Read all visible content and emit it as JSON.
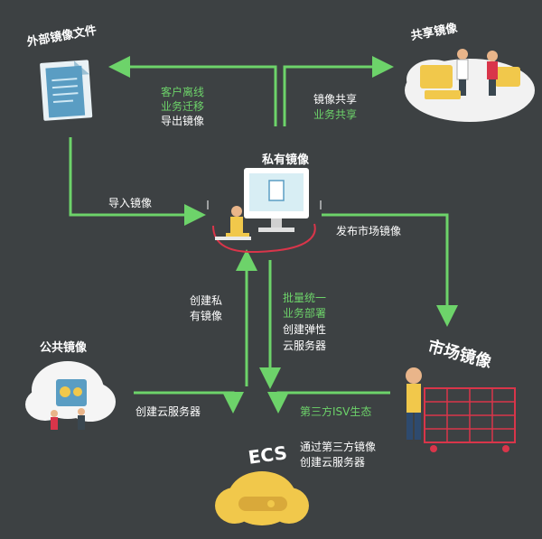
{
  "nodes": {
    "external_image_file": "外部镜像文件",
    "shared_image": "共享镜像",
    "private_image": "私有镜像",
    "public_image": "公共镜像",
    "market_image": "市场镜像",
    "ecs": "ECS"
  },
  "edges": {
    "customer_offline": "客户离线",
    "business_migration": "业务迁移",
    "export_image": "导出镜像",
    "image_share": "镜像共享",
    "business_share": "业务共享",
    "import_image": "导入镜像",
    "publish_market_image": "发布市场镜像",
    "create_private_1": "创建私",
    "create_private_2": "有镜像",
    "batch_1": "批量统一",
    "batch_2": "业务部署",
    "elastic_1": "创建弹性",
    "elastic_2": "云服务器",
    "create_server": "创建云服务器",
    "third_party_isv": "第三方ISV生态",
    "via_third_party_1": "通过第三方镜像",
    "via_third_party_2": "创建云服务器"
  },
  "colors": {
    "background": "#3d4143",
    "arrow": "#6dd36a",
    "label_highlight": "#6dd36a",
    "label_normal": "#ffffff",
    "accent_yellow": "#f1c84b",
    "accent_red": "#d9354a"
  },
  "icons": {
    "external_file": "document-icon",
    "shared": "shared-people-icon",
    "private": "computer-desk-icon",
    "public": "cloud-people-icon",
    "market": "shopping-cart-icon",
    "ecs": "ecs-cloud-icon"
  }
}
